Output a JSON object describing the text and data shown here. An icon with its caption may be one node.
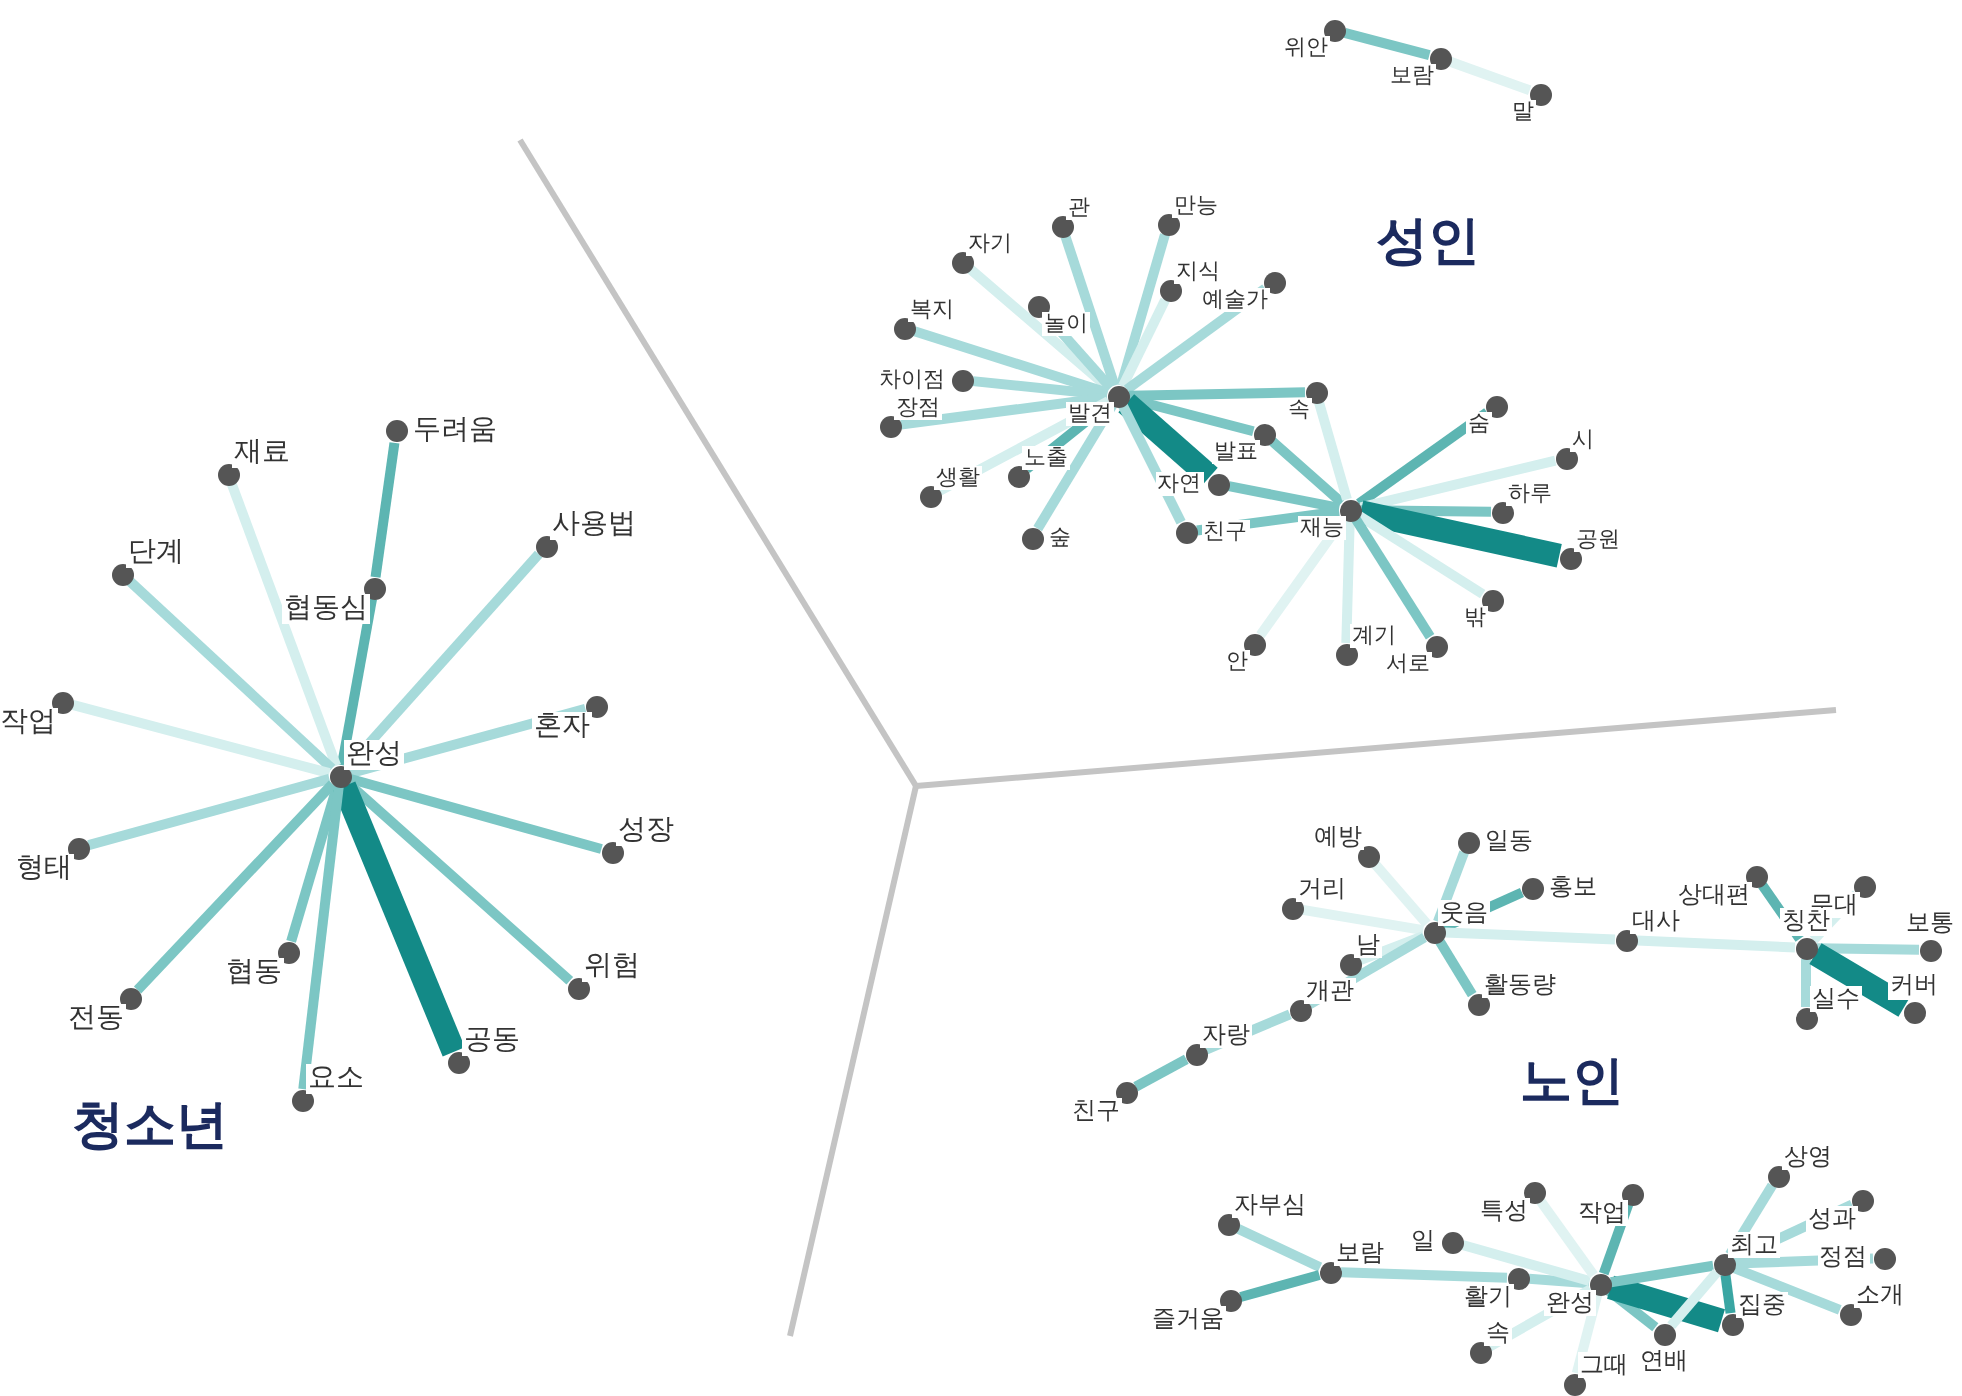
{
  "diagram": {
    "nodes": [
      {
        "text": [
          "위안"
        ]
      },
      {
        "text": [
          "보람"
        ]
      },
      {
        "text": [
          "말"
        ]
      },
      {
        "text": [
          "발견"
        ]
      },
      {
        "text": [
          "관"
        ]
      },
      {
        "text": [
          "만능"
        ]
      },
      {
        "text": [
          "자기"
        ]
      },
      {
        "text": [
          "놀이"
        ]
      },
      {
        "text": [
          "지식"
        ]
      },
      {
        "text": [
          "예술가"
        ]
      },
      {
        "text": [
          "복지"
        ]
      },
      {
        "text": [
          "차이점"
        ]
      },
      {
        "text": [
          "장점"
        ]
      },
      {
        "text": [
          "속"
        ]
      },
      {
        "text": [
          "발표"
        ]
      },
      {
        "text": [
          "노출"
        ]
      },
      {
        "text": [
          "생활"
        ]
      },
      {
        "text": [
          "숲"
        ]
      },
      {
        "text": [
          "자연"
        ]
      },
      {
        "text": [
          "친구"
        ]
      },
      {
        "text": [
          "재능"
        ]
      },
      {
        "text": [
          "숨"
        ]
      },
      {
        "text": [
          "시"
        ]
      },
      {
        "text": [
          "하루"
        ]
      },
      {
        "text": [
          "공원"
        ]
      },
      {
        "text": [
          "밖"
        ]
      },
      {
        "text": [
          "안"
        ]
      },
      {
        "text": [
          "계기"
        ]
      },
      {
        "text": [
          "서로"
        ]
      },
      {
        "text": [
          "완성"
        ]
      },
      {
        "text": [
          "두려움"
        ]
      },
      {
        "text": [
          "재료"
        ]
      },
      {
        "text": [
          "단계"
        ]
      },
      {
        "text": [
          "협동심"
        ]
      },
      {
        "text": [
          "사용법"
        ]
      },
      {
        "text": [
          "작업"
        ]
      },
      {
        "text": [
          "혼자"
        ]
      },
      {
        "text": [
          "형태"
        ]
      },
      {
        "text": [
          "성장"
        ]
      },
      {
        "text": [
          "협동"
        ]
      },
      {
        "text": [
          "전동"
        ]
      },
      {
        "text": [
          "위험"
        ]
      },
      {
        "text": [
          "공동"
        ]
      },
      {
        "text": [
          "요소"
        ]
      },
      {
        "text": [
          "웃음"
        ]
      },
      {
        "text": [
          "일동"
        ]
      },
      {
        "text": [
          "예방"
        ]
      },
      {
        "text": [
          "거리"
        ]
      },
      {
        "text": [
          "홍보"
        ]
      },
      {
        "text": [
          "남"
        ]
      },
      {
        "text": [
          "활동량"
        ]
      },
      {
        "text": [
          "개관"
        ]
      },
      {
        "text": [
          "자랑"
        ]
      },
      {
        "text": [
          "친구"
        ]
      },
      {
        "text": [
          "대사"
        ]
      },
      {
        "text": [
          "상대편"
        ]
      },
      {
        "text": [
          "무대"
        ]
      },
      {
        "text": [
          "칭찬"
        ]
      },
      {
        "text": [
          "보통"
        ]
      },
      {
        "text": [
          "실수"
        ]
      },
      {
        "text": [
          "커버"
        ]
      },
      {
        "text": [
          "자부심"
        ]
      },
      {
        "text": [
          "즐거움"
        ]
      },
      {
        "text": [
          "보람"
        ]
      },
      {
        "text": [
          "일"
        ]
      },
      {
        "text": [
          "활기"
        ]
      },
      {
        "text": [
          "특성"
        ]
      },
      {
        "text": [
          "작업"
        ]
      },
      {
        "text": [
          "완성"
        ]
      },
      {
        "text": [
          "속"
        ]
      },
      {
        "text": [
          "그때"
        ]
      },
      {
        "text": [
          "연배"
        ]
      },
      {
        "text": [
          "최고"
        ]
      },
      {
        "text": [
          "집중"
        ]
      },
      {
        "text": [
          "상영"
        ]
      },
      {
        "text": [
          "성과"
        ]
      },
      {
        "text": [
          "정점"
        ]
      },
      {
        "text": [
          "소개"
        ]
      }
    ],
    "edges": [
      {
        "from": 0,
        "to": 1,
        "arrow": "none",
        "color": "#7cc6c4"
      },
      {
        "from": 1,
        "to": 2,
        "arrow": "none",
        "color": "#e0f3f2"
      },
      {
        "from": 3,
        "to": 4,
        "arrow": "none"
      },
      {
        "from": 3,
        "to": 5,
        "arrow": "none"
      },
      {
        "from": 3,
        "to": 6,
        "arrow": "none",
        "color": "#d4efee"
      },
      {
        "from": 3,
        "to": 7,
        "arrow": "none"
      },
      {
        "from": 3,
        "to": 8,
        "arrow": "none",
        "color": "#d4efee"
      },
      {
        "from": 3,
        "to": 9,
        "arrow": "none"
      },
      {
        "from": 3,
        "to": 10,
        "arrow": "none"
      },
      {
        "from": 3,
        "to": 11,
        "arrow": "none"
      },
      {
        "from": 3,
        "to": 12,
        "arrow": "none"
      },
      {
        "from": 3,
        "to": 13,
        "arrow": "none",
        "color": "#7cc6c4"
      },
      {
        "from": 3,
        "to": 14,
        "arrow": "none",
        "color": "#7cc6c4"
      },
      {
        "from": 3,
        "to": 15,
        "arrow": "none",
        "color": "#5db5b2"
      },
      {
        "from": 3,
        "to": 16,
        "arrow": "none",
        "color": "#d4efee"
      },
      {
        "from": 3,
        "to": 17,
        "arrow": "none"
      },
      {
        "from": 3,
        "to": 18,
        "arrow": "none",
        "style": "thick",
        "color": "#138a87"
      },
      {
        "from": 3,
        "to": 19,
        "arrow": "none"
      },
      {
        "from": 14,
        "to": 20,
        "arrow": "none",
        "color": "#7cc6c4"
      },
      {
        "from": 13,
        "to": 20,
        "arrow": "none",
        "color": "#d4efee"
      },
      {
        "from": 18,
        "to": 20,
        "arrow": "none",
        "color": "#7cc6c4"
      },
      {
        "from": 19,
        "to": 20,
        "arrow": "none",
        "color": "#7cc6c4"
      },
      {
        "from": 20,
        "to": 21,
        "arrow": "none",
        "color": "#5db5b2"
      },
      {
        "from": 20,
        "to": 22,
        "arrow": "none",
        "color": "#d4efee"
      },
      {
        "from": 20,
        "to": 23,
        "arrow": "none",
        "color": "#7cc6c4"
      },
      {
        "from": 20,
        "to": 24,
        "arrow": "none",
        "style": "thick",
        "color": "#138a87"
      },
      {
        "from": 20,
        "to": 25,
        "arrow": "none",
        "color": "#d4efee"
      },
      {
        "from": 20,
        "to": 26,
        "arrow": "none",
        "color": "#e0f3f2"
      },
      {
        "from": 20,
        "to": 27,
        "arrow": "none",
        "color": "#d4efee"
      },
      {
        "from": 20,
        "to": 28,
        "arrow": "none",
        "color": "#7cc6c4"
      },
      {
        "from": 29,
        "to": 33,
        "arrow": "none",
        "color": "#5db5b2"
      },
      {
        "from": 33,
        "to": 30,
        "arrow": "none",
        "color": "#5db5b2"
      },
      {
        "from": 29,
        "to": 31,
        "arrow": "none",
        "color": "#d4efee"
      },
      {
        "from": 29,
        "to": 32,
        "arrow": "none"
      },
      {
        "from": 29,
        "to": 34,
        "arrow": "none"
      },
      {
        "from": 29,
        "to": 35,
        "arrow": "none",
        "color": "#d4efee"
      },
      {
        "from": 29,
        "to": 36,
        "arrow": "none"
      },
      {
        "from": 29,
        "to": 37,
        "arrow": "none"
      },
      {
        "from": 29,
        "to": 38,
        "arrow": "none",
        "color": "#7cc6c4"
      },
      {
        "from": 29,
        "to": 39,
        "arrow": "none",
        "color": "#7cc6c4"
      },
      {
        "from": 29,
        "to": 40,
        "arrow": "none",
        "color": "#7cc6c4"
      },
      {
        "from": 29,
        "to": 41,
        "arrow": "none",
        "color": "#7cc6c4"
      },
      {
        "from": 29,
        "to": 42,
        "arrow": "none",
        "style": "thick",
        "color": "#138a87"
      },
      {
        "from": 29,
        "to": 43,
        "arrow": "none",
        "color": "#7cc6c4"
      },
      {
        "from": 44,
        "to": 45,
        "arrow": "none"
      },
      {
        "from": 44,
        "to": 46,
        "arrow": "none",
        "color": "#e0f3f2"
      },
      {
        "from": 44,
        "to": 47,
        "arrow": "none",
        "color": "#e0f3f2"
      },
      {
        "from": 44,
        "to": 48,
        "arrow": "none",
        "color": "#5db5b2"
      },
      {
        "from": 44,
        "to": 49,
        "arrow": "none",
        "color": "#d4efee"
      },
      {
        "from": 44,
        "to": 50,
        "arrow": "none",
        "color": "#7cc6c4"
      },
      {
        "from": 44,
        "to": 51,
        "arrow": "none"
      },
      {
        "from": 51,
        "to": 52,
        "arrow": "none"
      },
      {
        "from": 52,
        "to": 53,
        "arrow": "none",
        "color": "#7cc6c4"
      },
      {
        "from": 44,
        "to": 54,
        "arrow": "none",
        "color": "#d4efee"
      },
      {
        "from": 54,
        "to": 57,
        "arrow": "none",
        "color": "#d4efee"
      },
      {
        "from": 57,
        "to": 55,
        "arrow": "none",
        "color": "#5db5b2"
      },
      {
        "from": 57,
        "to": 56,
        "arrow": "none",
        "color": "#d4efee"
      },
      {
        "from": 57,
        "to": 58,
        "arrow": "none"
      },
      {
        "from": 57,
        "to": 59,
        "arrow": "none"
      },
      {
        "from": 57,
        "to": 60,
        "arrow": "none",
        "style": "thick",
        "color": "#138a87"
      },
      {
        "from": 63,
        "to": 61,
        "arrow": "none"
      },
      {
        "from": 63,
        "to": 62,
        "arrow": "none",
        "color": "#5db5b2"
      },
      {
        "from": 63,
        "to": 65,
        "arrow": "none"
      },
      {
        "from": 65,
        "to": 68,
        "arrow": "none"
      },
      {
        "from": 64,
        "to": 68,
        "arrow": "none",
        "color": "#d4efee"
      },
      {
        "from": 66,
        "to": 68,
        "arrow": "none",
        "color": "#e0f3f2"
      },
      {
        "from": 67,
        "to": 68,
        "arrow": "none",
        "color": "#5db5b2"
      },
      {
        "from": 69,
        "to": 68,
        "arrow": "none",
        "color": "#d4efee"
      },
      {
        "from": 70,
        "to": 68,
        "arrow": "none",
        "color": "#e0f3f2"
      },
      {
        "from": 68,
        "to": 71,
        "arrow": "none",
        "color": "#7cc6c4"
      },
      {
        "from": 68,
        "to": 73,
        "arrow": "none",
        "style": "thick",
        "color": "#138a87"
      },
      {
        "from": 68,
        "to": 72,
        "arrow": "none",
        "color": "#7cc6c4"
      },
      {
        "from": 71,
        "to": 72,
        "arrow": "none",
        "color": "#d4efee"
      },
      {
        "from": 72,
        "to": 73,
        "arrow": "none",
        "color": "#3aa6a3"
      },
      {
        "from": 72,
        "to": 74,
        "arrow": "none"
      },
      {
        "from": 72,
        "to": 75,
        "arrow": "none"
      },
      {
        "from": 72,
        "to": 76,
        "arrow": "none"
      },
      {
        "from": 72,
        "to": 77,
        "arrow": "none"
      }
    ],
    "labels": [
      "성인",
      "청소년",
      "노인"
    ]
  }
}
